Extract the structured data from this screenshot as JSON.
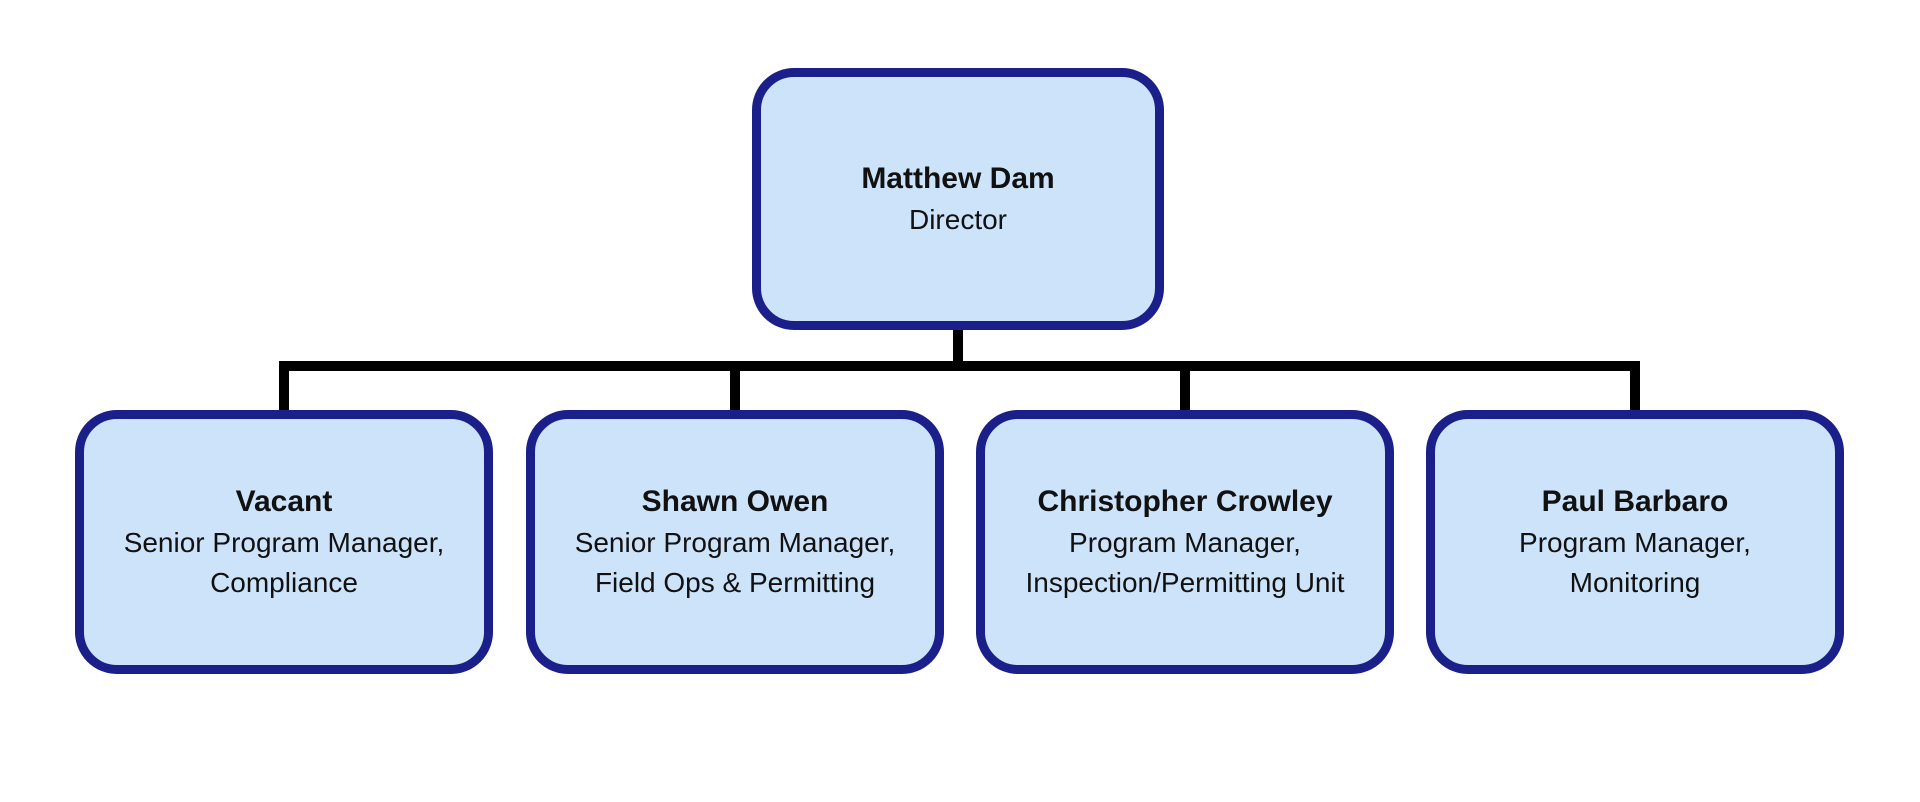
{
  "org_chart": {
    "colors": {
      "box_fill": "#cce3f9",
      "box_border": "#1b1f8a",
      "connector": "#000000",
      "text": "#111111"
    },
    "director": {
      "name": "Matthew Dam",
      "title_lines": [
        "Director"
      ]
    },
    "reports": [
      {
        "name": "Vacant",
        "title_lines": [
          "Senior Program Manager,",
          "Compliance"
        ]
      },
      {
        "name": "Shawn Owen",
        "title_lines": [
          "Senior Program Manager,",
          "Field Ops & Permitting"
        ]
      },
      {
        "name": "Christopher Crowley",
        "title_lines": [
          "Program Manager,",
          "Inspection/Permitting Unit"
        ]
      },
      {
        "name": "Paul Barbaro",
        "title_lines": [
          "Program Manager,",
          "Monitoring"
        ]
      }
    ]
  }
}
